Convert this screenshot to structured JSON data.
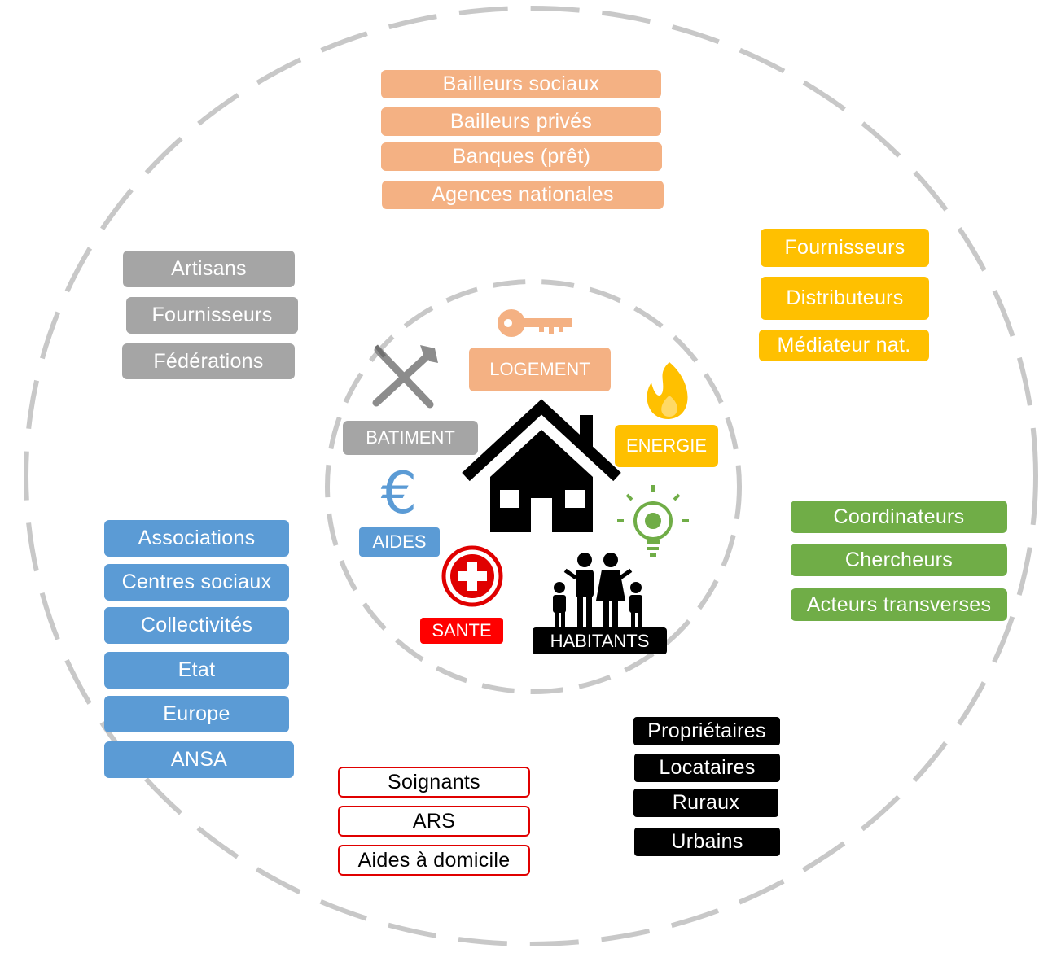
{
  "colors": {
    "orange": "#f4b183",
    "yellow": "#ffc000",
    "grey": "#a5a5a5",
    "blue": "#5b9bd5",
    "green": "#70ad47",
    "black": "#000000",
    "red": "#e00000",
    "dash": "#c8c8c8"
  },
  "icons": [
    "key-icon",
    "tools-icon",
    "flame-icon",
    "house-icon",
    "euro-icon",
    "lightbulb-icon",
    "medical-cross-icon",
    "family-icon"
  ],
  "center": {
    "logement": "LOGEMENT",
    "batiment": "BATIMENT",
    "energie": "ENERGIE",
    "aides": "AIDES",
    "sante": "SANTE",
    "habitants": "HABITANTS"
  },
  "logement_actors": [
    "Bailleurs sociaux",
    "Bailleurs privés",
    "Banques (prêt)",
    "Agences nationales"
  ],
  "energie_actors": [
    "Fournisseurs",
    "Distributeurs",
    "Médiateur nat."
  ],
  "batiment_actors": [
    "Artisans",
    "Fournisseurs",
    "Fédérations"
  ],
  "aides_actors": [
    "Associations",
    "Centres sociaux",
    "Collectivités",
    "Etat",
    "Europe",
    "ANSA"
  ],
  "transverse_actors": [
    "Coordinateurs",
    "Chercheurs",
    "Acteurs transverses"
  ],
  "sante_actors": [
    "Soignants",
    "ARS",
    "Aides à domicile"
  ],
  "habitants_actors": [
    "Propriétaires",
    "Locataires",
    "Ruraux",
    "Urbains"
  ]
}
